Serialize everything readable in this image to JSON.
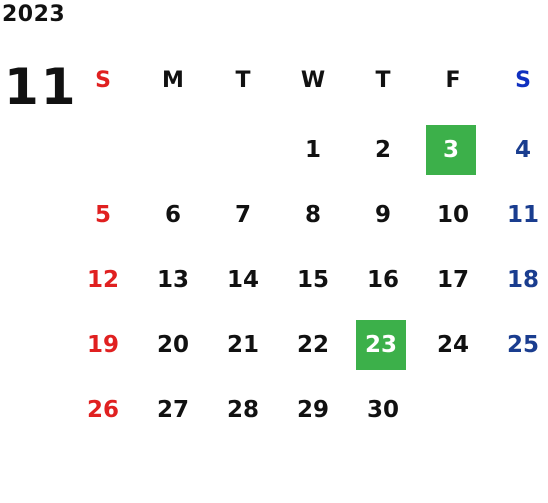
{
  "year": "2023",
  "month": "11",
  "weekdays": [
    "S",
    "M",
    "T",
    "W",
    "T",
    "F",
    "S"
  ],
  "weeks": [
    [
      "",
      "",
      "",
      "1",
      "2",
      "3",
      "4"
    ],
    [
      "5",
      "6",
      "7",
      "8",
      "9",
      "10",
      "11"
    ],
    [
      "12",
      "13",
      "14",
      "15",
      "16",
      "17",
      "18"
    ],
    [
      "19",
      "20",
      "21",
      "22",
      "23",
      "24",
      "25"
    ],
    [
      "26",
      "27",
      "28",
      "29",
      "30",
      "",
      ""
    ]
  ],
  "holidays": [
    "3",
    "23"
  ],
  "colors": {
    "sunday": "#e02020",
    "saturday": "#1a3d8f",
    "holiday_bg": "#3cb04a",
    "text": "#111111"
  }
}
